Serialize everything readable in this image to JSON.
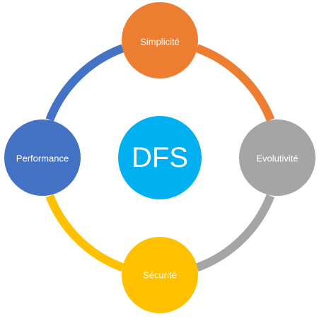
{
  "diagram": {
    "center": {
      "label": "DFS",
      "color": "#00B0F0"
    },
    "nodes": [
      {
        "id": "top",
        "label": "Simplicité",
        "color": "#ED7D31"
      },
      {
        "id": "right",
        "label": "Evolutivité",
        "color": "#A5A5A5"
      },
      {
        "id": "bottom",
        "label": "Sécurité",
        "color": "#FFC000"
      },
      {
        "id": "left",
        "label": "Performance",
        "color": "#4472C4"
      }
    ],
    "arcs": [
      {
        "from": "top",
        "to": "right",
        "color": "#ED7D31"
      },
      {
        "from": "right",
        "to": "bottom",
        "color": "#A5A5A5"
      },
      {
        "from": "bottom",
        "to": "left",
        "color": "#FFC000"
      },
      {
        "from": "left",
        "to": "top",
        "color": "#4472C4"
      }
    ]
  }
}
